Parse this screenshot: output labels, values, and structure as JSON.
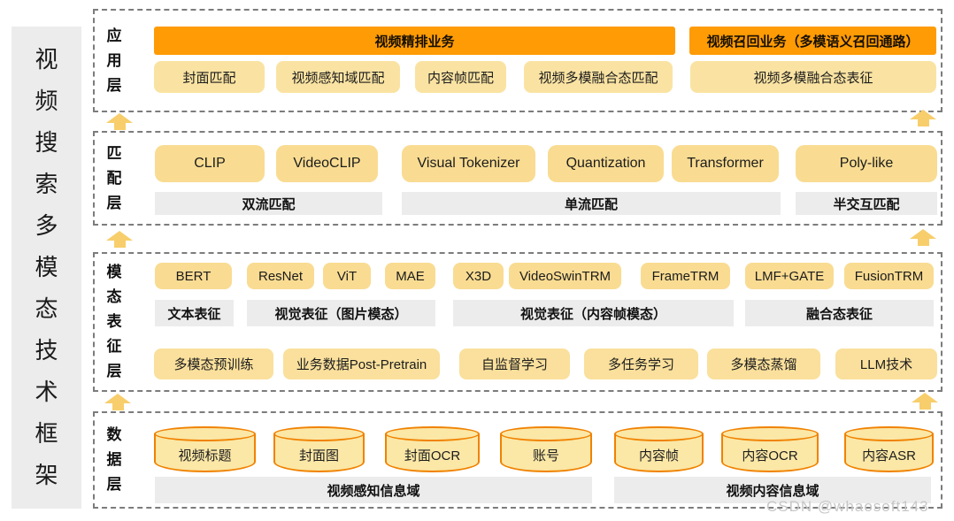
{
  "sidebar": {
    "title": "视频搜索多模态技术框架"
  },
  "watermark": "CSDN @whaosoft143",
  "colors": {
    "header_orange": "#FF9B05",
    "chip_yellow": "#F9DC92",
    "chip_yellow_light": "#FAE3A2",
    "cylinder_fill": "#FBE7A6",
    "cylinder_border": "#F08200",
    "bar_gray": "#ECECEC",
    "arrow_yellow": "#F7CE6B",
    "sidebar_gray": "#ECECEC"
  },
  "layers": [
    {
      "label": "应用层",
      "headers": [
        "视频精排业务",
        "视频召回业务（多模语义召回通路）"
      ],
      "chips": [
        "封面匹配",
        "视频感知域匹配",
        "内容帧匹配",
        "视频多模融合态匹配",
        "视频多模融合态表征"
      ]
    },
    {
      "label": "匹配层",
      "chips": [
        "CLIP",
        "VideoCLIP",
        "Visual Tokenizer",
        "Quantization",
        "Transformer",
        "Poly-like"
      ],
      "bars": [
        "双流匹配",
        "单流匹配",
        "半交互匹配"
      ]
    },
    {
      "label": "模态表征层",
      "chips_row1": [
        "BERT",
        "ResNet",
        "ViT",
        "MAE",
        "X3D",
        "VideoSwinTRM",
        "FrameTRM",
        "LMF+GATE",
        "FusionTRM"
      ],
      "bars": [
        "文本表征",
        "视觉表征（图片模态）",
        "视觉表征（内容帧模态）",
        "融合态表征"
      ],
      "chips_row2": [
        "多模态预训练",
        "业务数据Post-Pretrain",
        "自监督学习",
        "多任务学习",
        "多模态蒸馏",
        "LLM技术"
      ]
    },
    {
      "label": "数据层",
      "cylinders": [
        "视频标题",
        "封面图",
        "封面OCR",
        "账号",
        "内容帧",
        "内容OCR",
        "内容ASR"
      ],
      "bars": [
        "视频感知信息域",
        "视频内容信息域"
      ]
    }
  ]
}
